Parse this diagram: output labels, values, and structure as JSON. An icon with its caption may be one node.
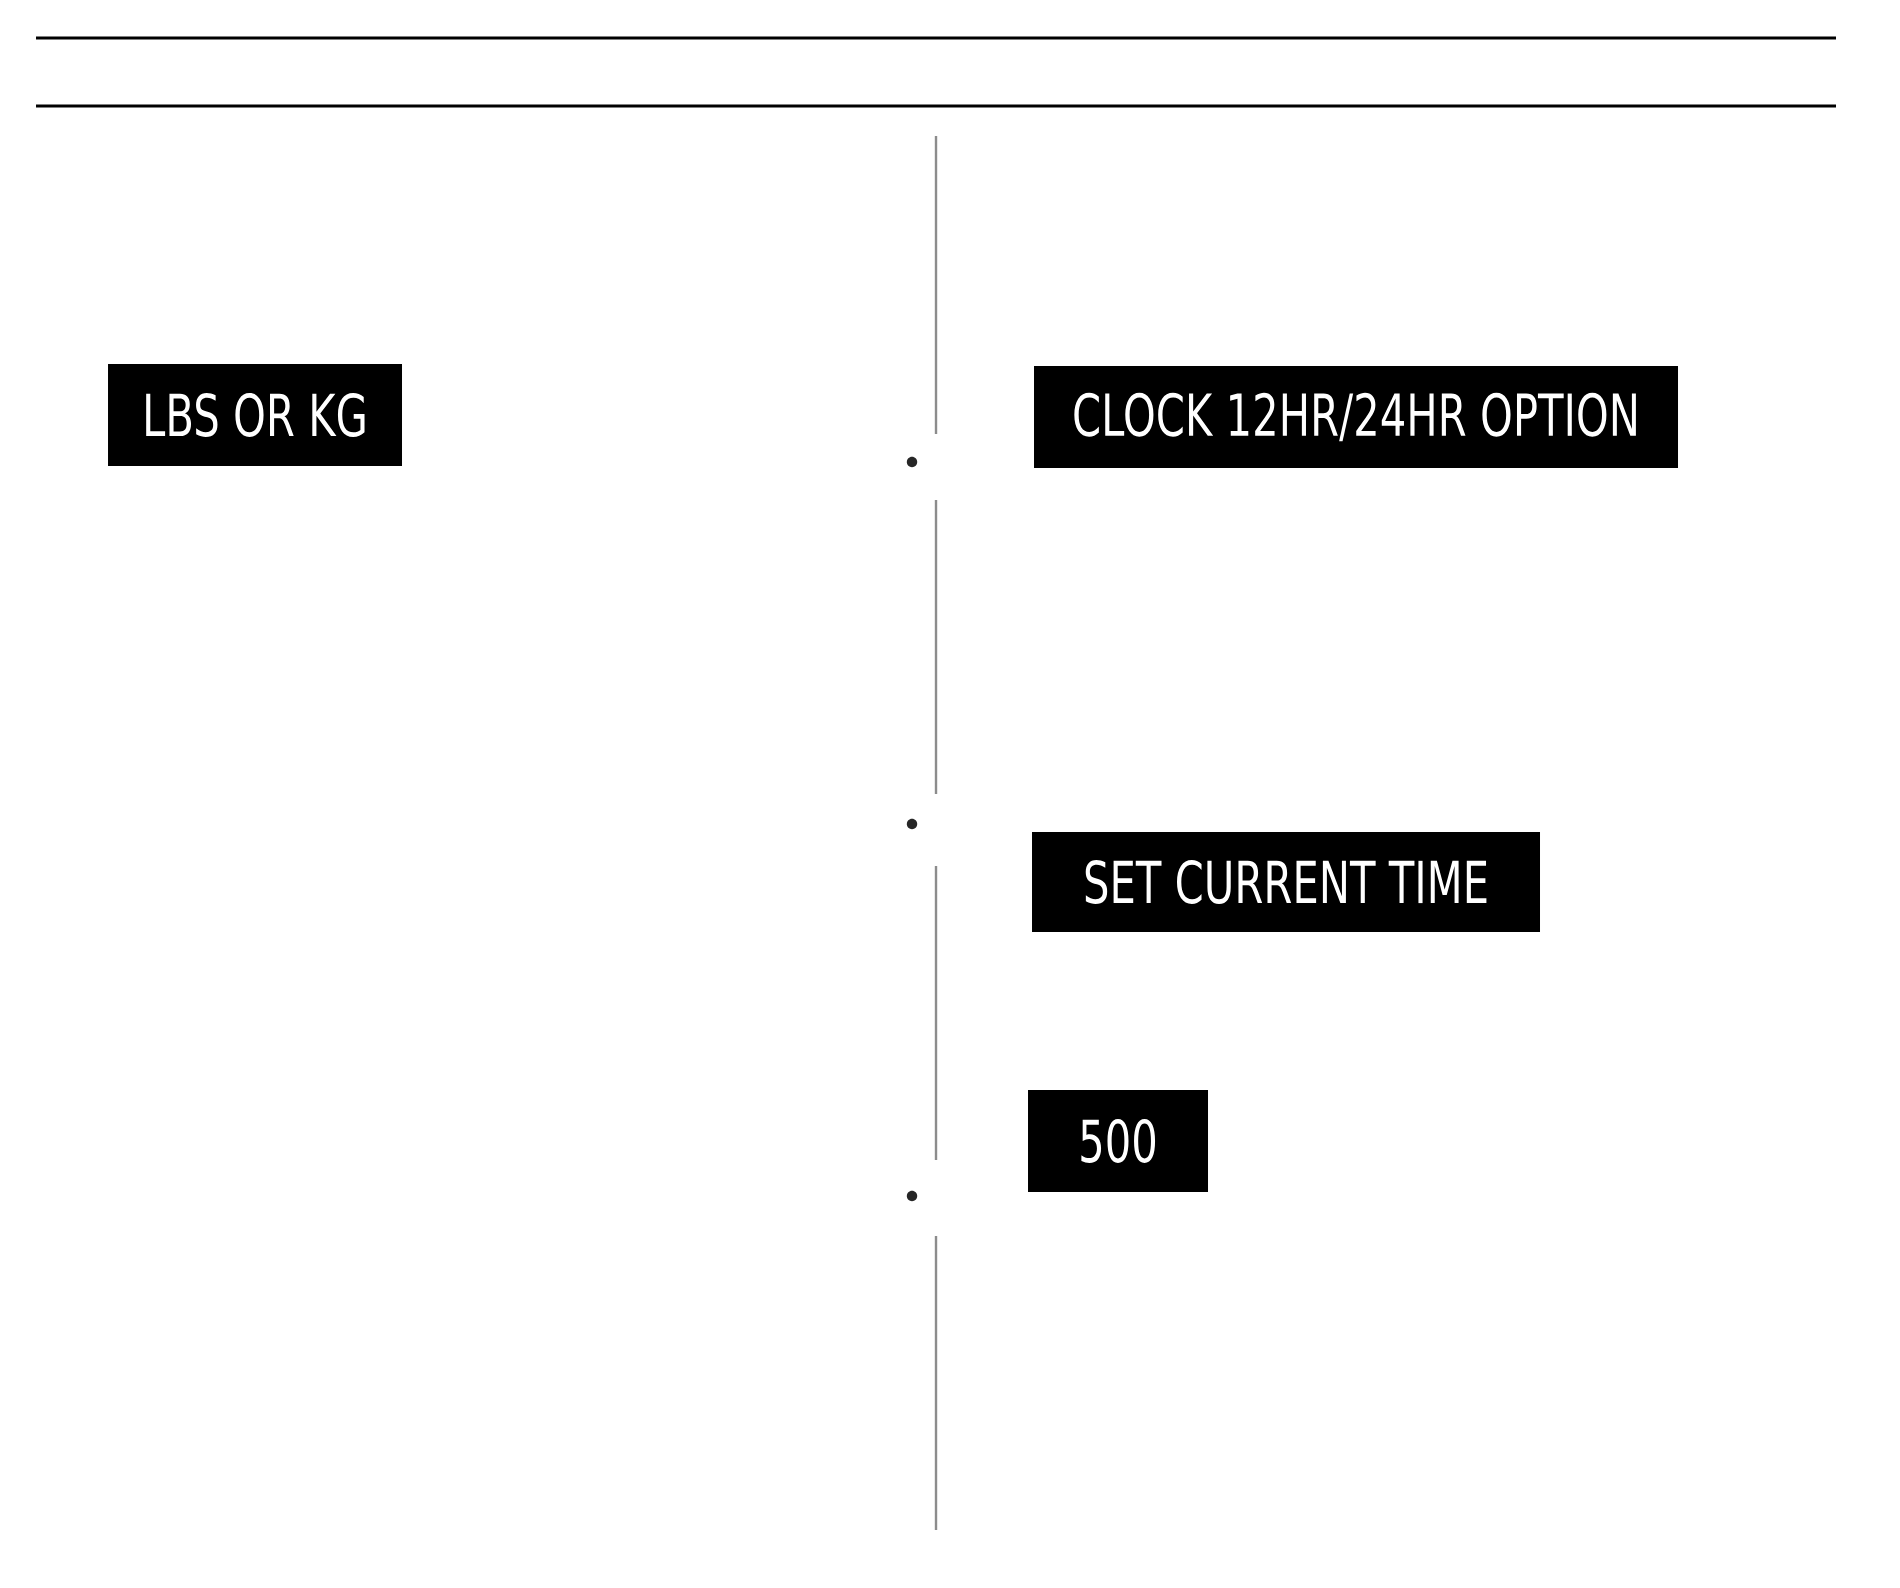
{
  "diagram": {
    "nodes": [
      {
        "text": [
          "LBS OR KG"
        ]
      },
      {
        "text": [
          "CLOCK 12HR/24HR OPTION"
        ]
      },
      {
        "text": [
          "SET CURRENT TIME"
        ]
      },
      {
        "text": [
          "500"
        ]
      }
    ]
  }
}
